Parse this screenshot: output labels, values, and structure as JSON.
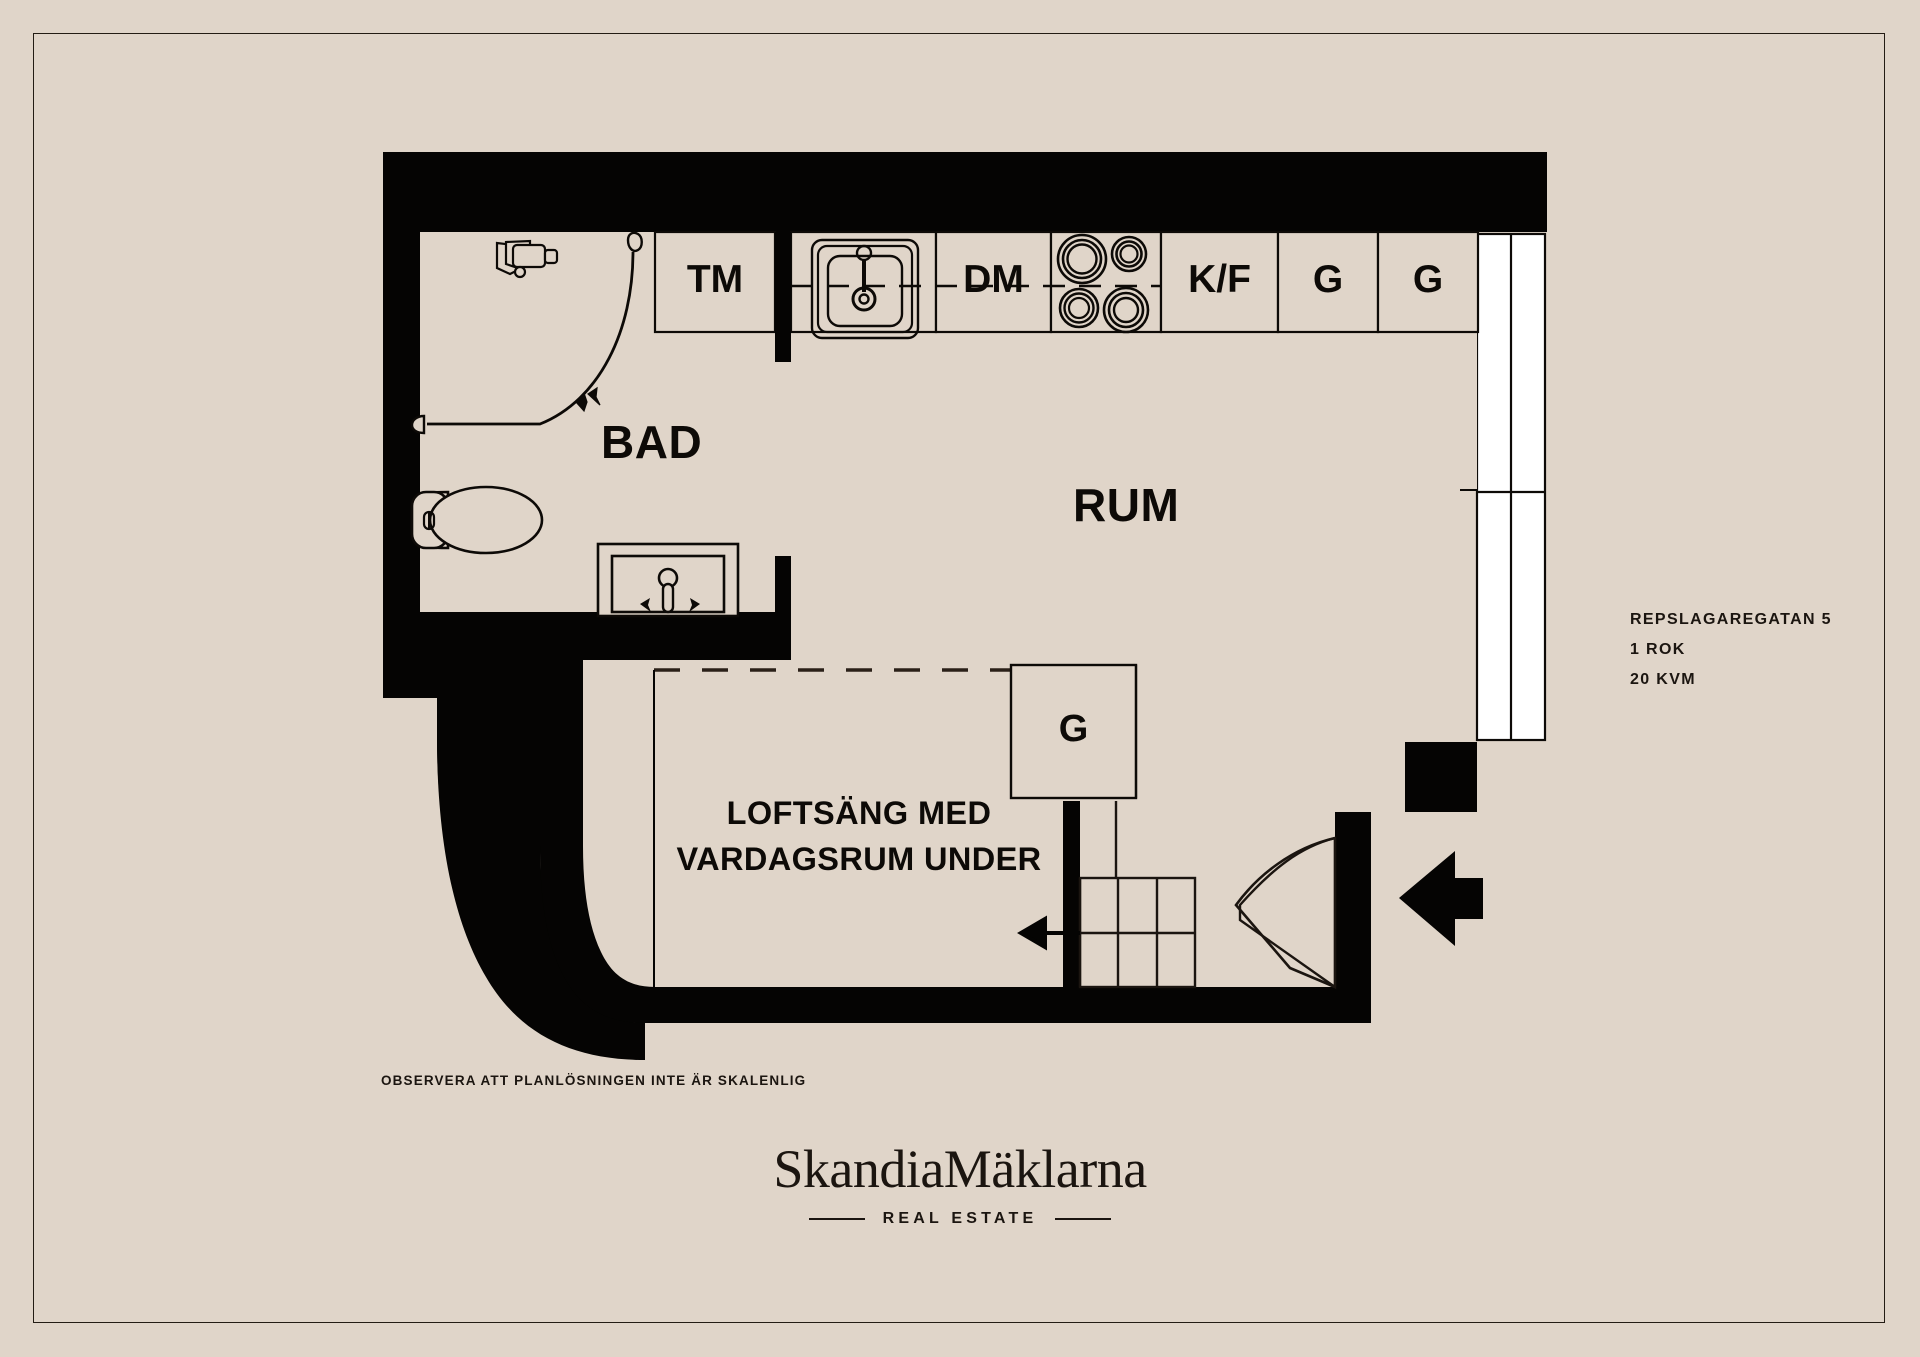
{
  "document": {
    "type": "floor-plan",
    "background_color": "#e0d5c9",
    "ink_color": "#0d0a07",
    "border_color": "#231c14"
  },
  "property_info": {
    "address": "REPSLAGAREGATAN 5",
    "rooms": "1 ROK",
    "area": "20 KVM"
  },
  "disclaimer": "OBSERVERA ATT PLANLÖSNINGEN INTE ÄR SKALENLIG",
  "brand": {
    "name": "SkandiaMäklarna",
    "tagline": "REAL ESTATE"
  },
  "rooms": [
    {
      "id": "bad",
      "label": "BAD"
    },
    {
      "id": "rum",
      "label": "RUM"
    },
    {
      "id": "loft",
      "label_line1": "LOFTSÄNG MED",
      "label_line2": "VARDAGSRUM UNDER"
    }
  ],
  "kitchen_units": [
    {
      "id": "tm",
      "label": "TM",
      "meaning": "washing-machine"
    },
    {
      "id": "sink",
      "label": "",
      "meaning": "kitchen-sink"
    },
    {
      "id": "dm",
      "label": "DM",
      "meaning": "dishwasher"
    },
    {
      "id": "stove",
      "label": "",
      "meaning": "cooktop"
    },
    {
      "id": "kf",
      "label": "K/F",
      "meaning": "fridge-freezer"
    },
    {
      "id": "g1",
      "label": "G",
      "meaning": "wardrobe"
    },
    {
      "id": "g2",
      "label": "G",
      "meaning": "wardrobe"
    }
  ],
  "closet_lower": {
    "id": "g3",
    "label": "G",
    "meaning": "wardrobe"
  },
  "fixtures": [
    {
      "id": "shower",
      "name": "shower-head"
    },
    {
      "id": "shower-curtain",
      "name": "shower-curtain-rail"
    },
    {
      "id": "toilet",
      "name": "toilet"
    },
    {
      "id": "vanity",
      "name": "washbasin-cabinet"
    },
    {
      "id": "window",
      "name": "window"
    },
    {
      "id": "entrance-door",
      "name": "entrance-door"
    },
    {
      "id": "entrance-arrow",
      "name": "entrance-arrow"
    },
    {
      "id": "stairs",
      "name": "stairs-up"
    },
    {
      "id": "loft-edge",
      "name": "loft-bed-boundary-dashed"
    }
  ]
}
